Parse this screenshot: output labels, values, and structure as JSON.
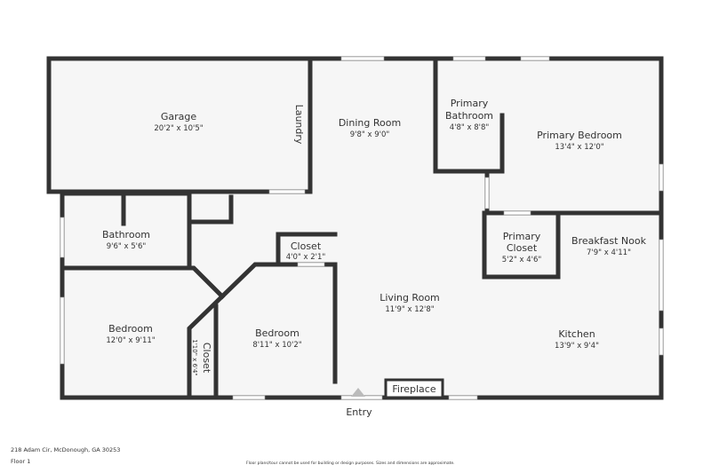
{
  "address": "218 Adam Cir, McDonough, GA 30253",
  "floor": "Floor 1",
  "disclaimer": "Floor plans/tour cannot be used for building or design purposes. Sizes and dimensions are approximate.",
  "rooms": {
    "garage": {
      "name": "Garage",
      "dims": "20'2\" x 10'5\""
    },
    "laundry": {
      "name": "Laundry"
    },
    "dining": {
      "name": "Dining Room",
      "dims": "9'8\" x 9'0\""
    },
    "primary_bath": {
      "name1": "Primary",
      "name2": "Bathroom",
      "dims": "4'8\" x 8'8\""
    },
    "primary_bed": {
      "name": "Primary Bedroom",
      "dims": "13'4\" x 12'0\""
    },
    "bathroom": {
      "name": "Bathroom",
      "dims": "9'6\" x 5'6\""
    },
    "closet1": {
      "name": "Closet",
      "dims": "4'0\" x 2'1\""
    },
    "primary_closet": {
      "name1": "Primary",
      "name2": "Closet",
      "dims": "5'2\" x 4'6\""
    },
    "nook": {
      "name": "Breakfast Nook",
      "dims": "7'9\" x 4'11\""
    },
    "living": {
      "name": "Living Room",
      "dims": "11'9\" x 12'8\""
    },
    "bedroom1": {
      "name": "Bedroom",
      "dims": "12'0\" x 9'11\""
    },
    "closet2": {
      "name": "Closet",
      "dims": "1'10\" x 6'4\""
    },
    "bedroom2": {
      "name": "Bedroom",
      "dims": "8'11\" x 10'2\""
    },
    "kitchen": {
      "name": "Kitchen",
      "dims": "13'9\" x 9'4\""
    },
    "fireplace": {
      "name": "Fireplace"
    },
    "entry": {
      "name": "Entry"
    }
  }
}
